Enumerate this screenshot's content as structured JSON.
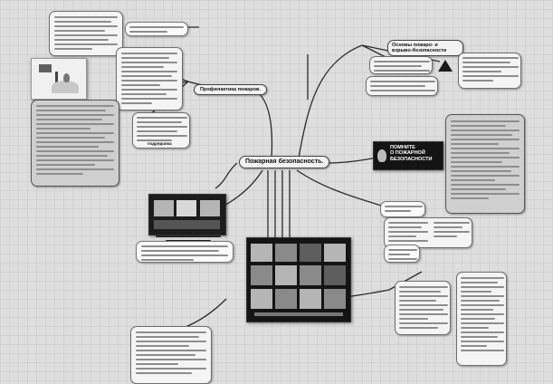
{
  "central_topic": "Пожарная безопасность.",
  "branches": {
    "fire_prevention": "Профилактика пожаров.",
    "basics": "Основы пожаро- и взрыво-безопасности"
  },
  "banner": {
    "line1": "ПОМНИТЕ",
    "line2": "О ПОЖАРНОЙ",
    "line3": "БЕЗОПАСНОСТИ"
  },
  "highlight": "подрядчика",
  "icons": {
    "center_image": "fire-safety-poster-icon",
    "warning": "warning-triangle-icon",
    "candle": "candle-icon",
    "fire_scene": "fire-scene-icon",
    "photo_collage": "photo-collage-icon"
  },
  "colors": {
    "background": "#dedede",
    "note": "#f4f4f4",
    "link": "#2b2b2b",
    "banner": "#141414",
    "banner_text": "#ffffff"
  }
}
